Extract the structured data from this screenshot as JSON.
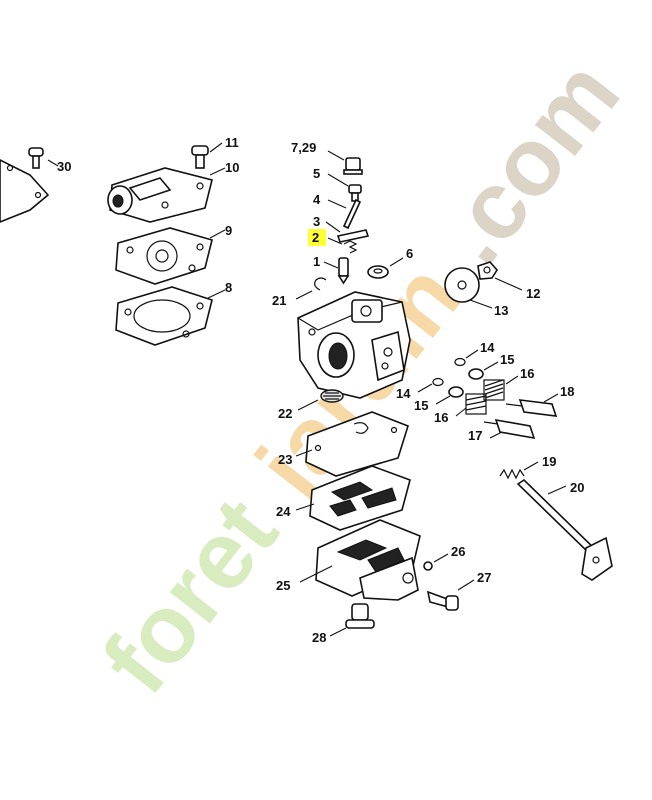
{
  "highlight_label": "2",
  "highlight_color": "#ffff33",
  "watermark": {
    "text_green": "foret",
    "text_orange": "jardin",
    "text_gray": ".com",
    "color_green": "#d8ecc0",
    "color_orange": "#f7d9a8",
    "color_gray": "#ddd4c8"
  },
  "labels": {
    "l30": "30",
    "l11": "11",
    "l10": "10",
    "l9": "9",
    "l8": "8",
    "l729": "7,29",
    "l5": "5",
    "l4": "4",
    "l3": "3",
    "l2": "2",
    "l1": "1",
    "l6": "6",
    "l12": "12",
    "l13": "13",
    "l21": "21",
    "l14a": "14",
    "l15a": "15",
    "l16a": "16",
    "l18": "18",
    "l14b": "14",
    "l15b": "15",
    "l16b": "16",
    "l17": "17",
    "l22": "22",
    "l23": "23",
    "l19": "19",
    "l20": "20",
    "l24": "24",
    "l26": "26",
    "l25": "25",
    "l27": "27",
    "l28": "28"
  }
}
